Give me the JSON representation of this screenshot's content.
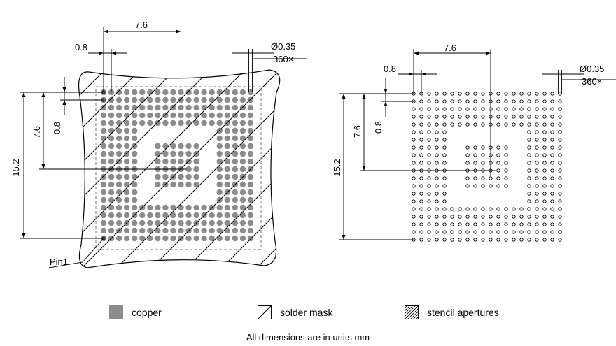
{
  "left_view": {
    "dims": {
      "pitch_horizontal": "7.6",
      "pitch_small": "0.8",
      "ball_diameter": "Ø0.35",
      "ball_count": "360×",
      "height_total": "15.2",
      "height_half": "7.6",
      "vertical_small": "0.8"
    },
    "pin_label": "Pin1"
  },
  "right_view": {
    "dims": {
      "pitch_horizontal": "7.6",
      "pitch_small": "0.8",
      "ball_diameter": "Ø0.35",
      "ball_count": "360×",
      "height_total": "15.2",
      "height_half": "7.6",
      "vertical_small": "0.8"
    }
  },
  "legend": {
    "copper": "copper",
    "solder_mask": "solder mask",
    "stencil": "stencil apertures"
  },
  "footer": "All dimensions are in units mm",
  "colors": {
    "copper": "#8c8c8c",
    "line": "#000000",
    "dash": "#777777"
  }
}
